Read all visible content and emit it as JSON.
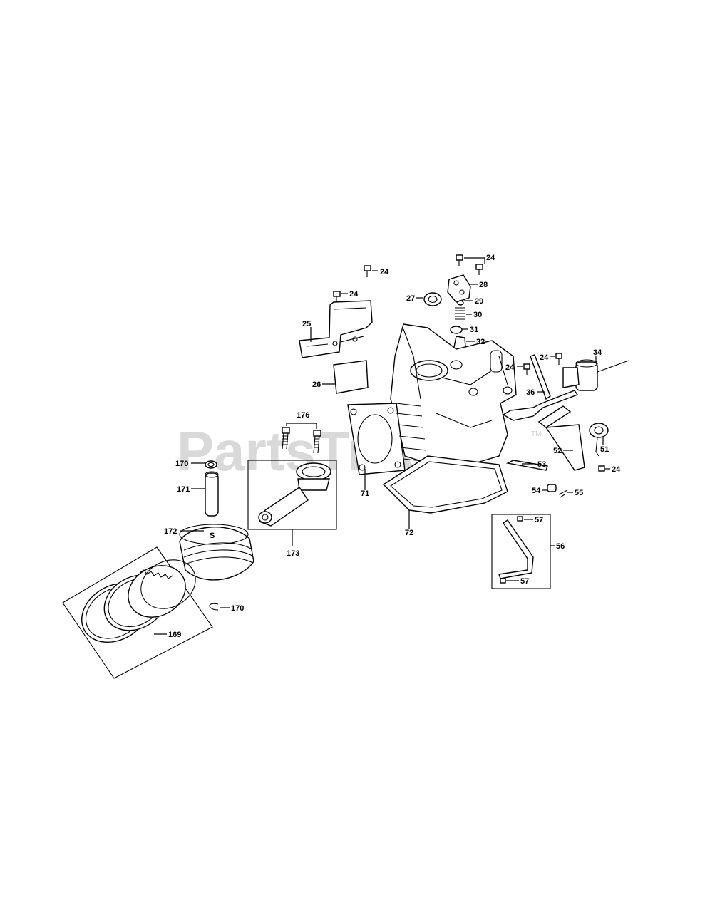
{
  "watermark": {
    "text": "PartsTree",
    "trademark": "TM"
  },
  "callouts": {
    "c24a": "24",
    "c24b": "24",
    "c24c": "24",
    "c24d": "24",
    "c24e": "24",
    "c24f": "24",
    "c25": "25",
    "c26": "26",
    "c27": "27",
    "c28": "28",
    "c29": "29",
    "c30": "30",
    "c31": "31",
    "c32": "32",
    "c34": "34",
    "c36": "36",
    "c51": "51",
    "c52": "52",
    "c53": "53",
    "c54": "54",
    "c55": "55",
    "c56": "56",
    "c57a": "57",
    "c57b": "57",
    "c71": "71",
    "c72": "72",
    "c169": "169",
    "c170a": "170",
    "c170b": "170",
    "c171": "171",
    "c172": "172",
    "c173": "173",
    "c176": "176"
  }
}
